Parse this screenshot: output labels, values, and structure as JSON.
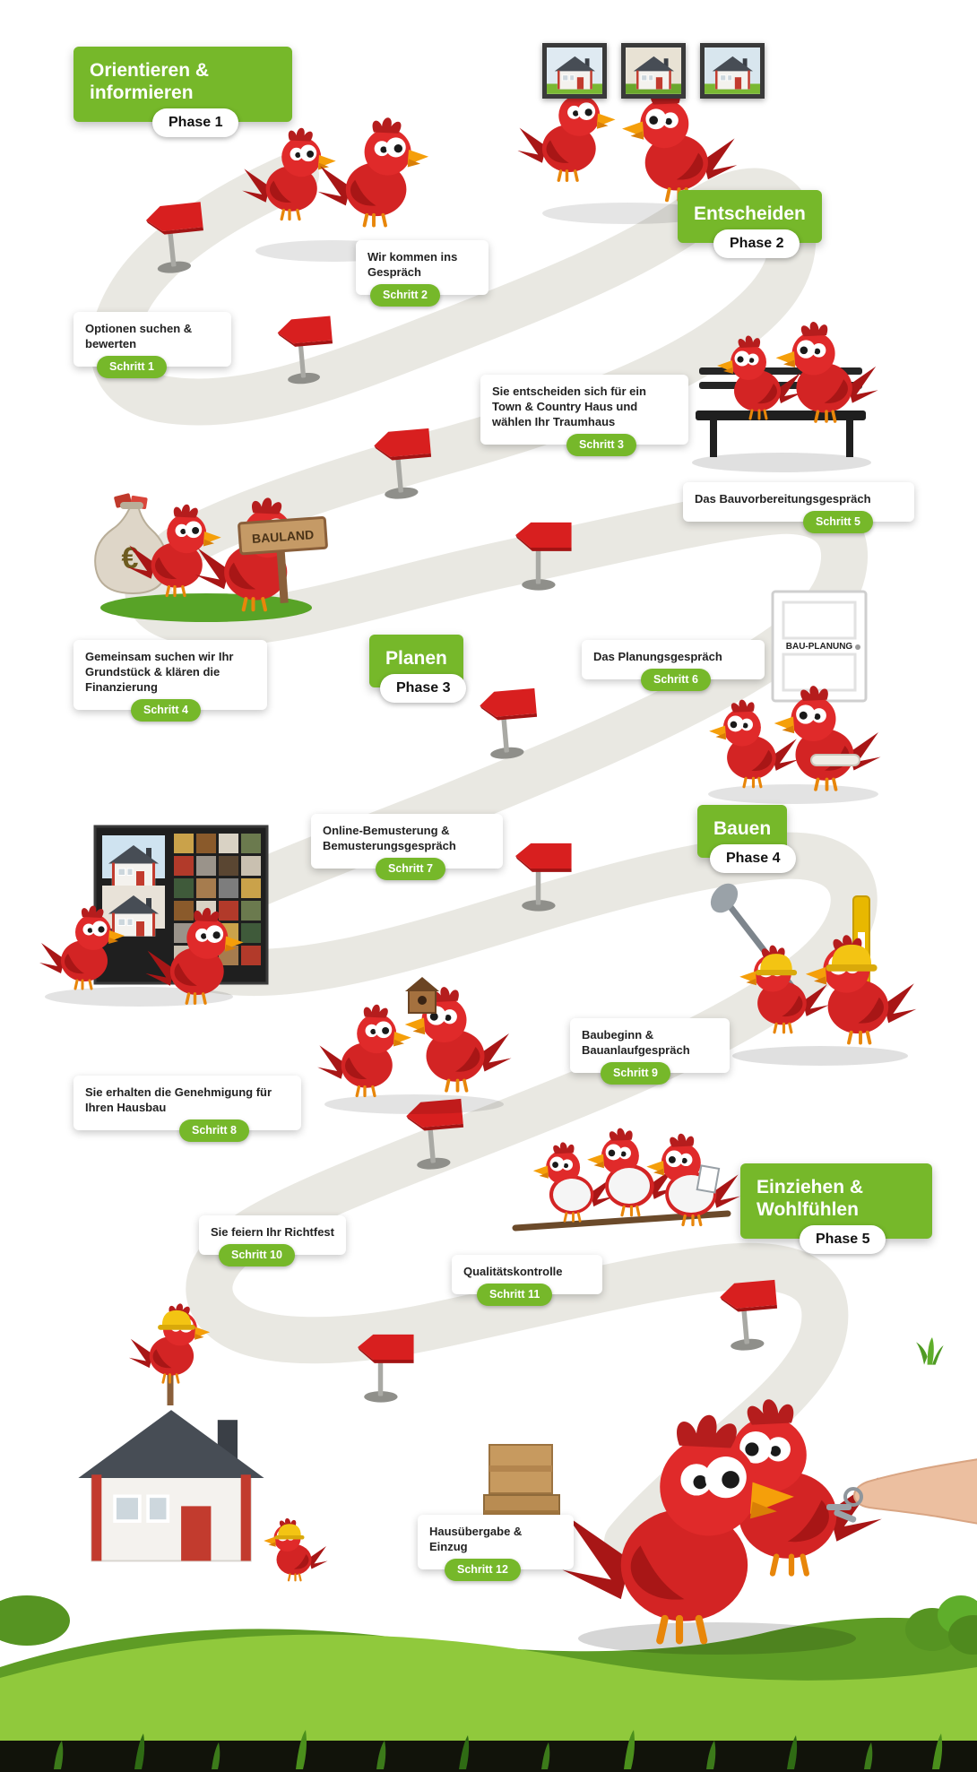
{
  "phases": [
    {
      "title": "Orientieren & informieren",
      "pill": "Phase 1"
    },
    {
      "title": "Entscheiden",
      "pill": "Phase 2"
    },
    {
      "title": "Planen",
      "pill": "Phase 3"
    },
    {
      "title": "Bauen",
      "pill": "Phase 4"
    },
    {
      "title": "Einziehen & Wohlfühlen",
      "pill": "Phase 5"
    }
  ],
  "steps": [
    {
      "text": "Optionen suchen & bewerten",
      "pill": "Schritt 1"
    },
    {
      "text": "Wir kommen ins Gespräch",
      "pill": "Schritt 2"
    },
    {
      "text": "Sie entscheiden sich für ein Town & Country Haus und wählen Ihr Traumhaus",
      "pill": "Schritt 3"
    },
    {
      "text": "Gemeinsam suchen wir Ihr Grundstück & klären die Finanzierung",
      "pill": "Schritt 4"
    },
    {
      "text": "Das Bauvorbereitungsgespräch",
      "pill": "Schritt 5"
    },
    {
      "text": "Das Planungsgespräch",
      "pill": "Schritt 6"
    },
    {
      "text": "Online-Bemusterung & Bemusterungsgespräch",
      "pill": "Schritt 7"
    },
    {
      "text": "Sie erhalten die Genehmigung für Ihren Hausbau",
      "pill": "Schritt 8"
    },
    {
      "text": "Baubeginn & Bauanlaufgespräch",
      "pill": "Schritt 9"
    },
    {
      "text": "Sie feiern Ihr Richtfest",
      "pill": "Schritt 10"
    },
    {
      "text": "Qualitätskontrolle",
      "pill": "Schritt 11"
    },
    {
      "text": "Hausübergabe & Einzug",
      "pill": "Schritt 12"
    }
  ],
  "signs": {
    "bauland": "BAULAND",
    "bau_planung": "BAU-PLANUNG",
    "euro": "€"
  },
  "colors": {
    "brand_green": "#76b82a",
    "path_gray": "#e9e8e2",
    "bird_red": "#d32424",
    "arrow_red": "#d81f1f",
    "grass_light": "#90c93c",
    "grass_dark": "#5e9c25"
  },
  "icons": {
    "signpost": "red-arrow-signpost",
    "mascot": "red-bird-mascot",
    "house": "model-house",
    "door": "bau-planung-door",
    "money_bag": "euro-money-bag",
    "samples": "material-samples-board",
    "keys": "hand-with-keys"
  }
}
